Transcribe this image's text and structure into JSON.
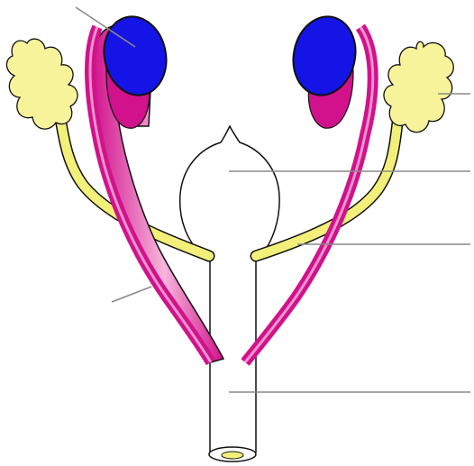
{
  "diagram": {
    "labels": [],
    "colors": {
      "background": "#ffffff",
      "outline": "#111111",
      "testis_blue": "#1414e6",
      "duct_magenta": "#d1128c",
      "duct_pink_light": "#f6b6dc",
      "gland_yellow": "#f7f39a",
      "duct_yellow": "#f3f07a",
      "leader_gray": "#8a8a8a"
    },
    "parts": [
      {
        "id": "left-testis",
        "icon": "ellipse-blue"
      },
      {
        "id": "right-testis",
        "icon": "ellipse-blue"
      },
      {
        "id": "left-sperm-duct",
        "icon": "curved-tube-magenta"
      },
      {
        "id": "right-sperm-duct",
        "icon": "curved-tube-magenta"
      },
      {
        "id": "left-seminal-gland",
        "icon": "lobed-yellow"
      },
      {
        "id": "right-seminal-gland",
        "icon": "lobed-yellow"
      },
      {
        "id": "bladder",
        "icon": "outline-sac"
      },
      {
        "id": "urethra",
        "icon": "tube-outline"
      }
    ]
  }
}
